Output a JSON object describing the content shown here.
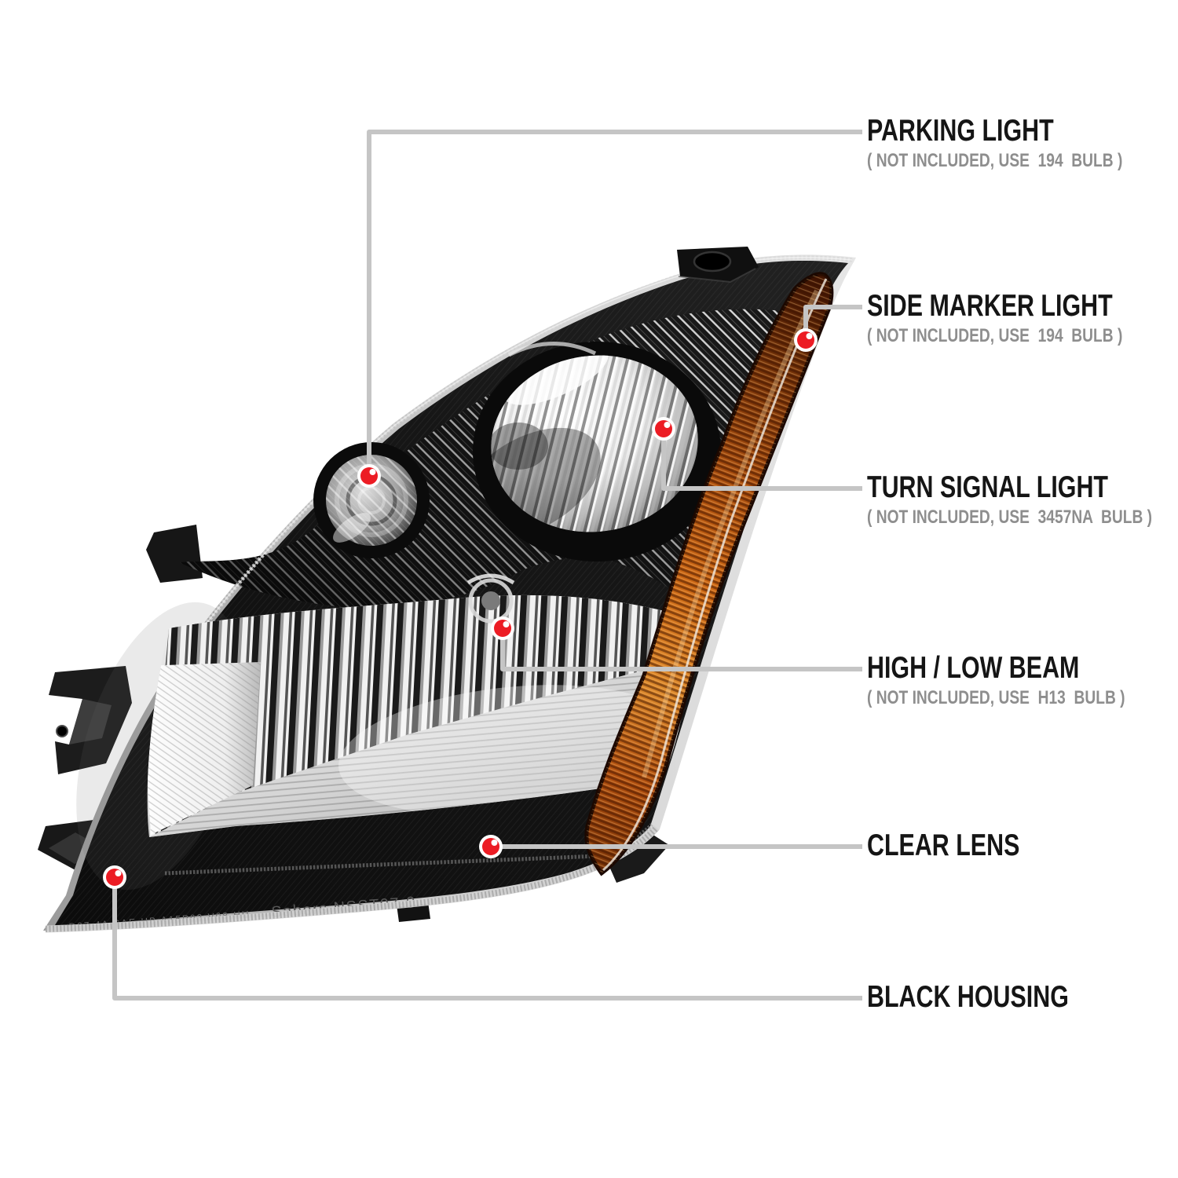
{
  "page": {
    "background": "#ffffff"
  },
  "artwork": {
    "subject": "black housing headlight assembly, front-left view",
    "housing_color": "#141414",
    "amber_color": "#c96414",
    "marker_dot_color": "#ec1c24",
    "connector_color": "#c5c5c5",
    "embossed_text": "Sabers NSST07-0",
    "embossed_code": "D07 4A SAE HB A15P92 V08 HU"
  },
  "callouts": [
    {
      "id": "parking-light",
      "title": "PARKING LIGHT",
      "subtitle": "( NOT INCLUDED, USE  194  BULB )"
    },
    {
      "id": "side-marker-light",
      "title": "SIDE MARKER LIGHT",
      "subtitle": "( NOT INCLUDED, USE  194  BULB )"
    },
    {
      "id": "turn-signal-light",
      "title": "TURN SIGNAL LIGHT",
      "subtitle": "( NOT INCLUDED, USE  3457NA  BULB )"
    },
    {
      "id": "high-low-beam",
      "title": "HIGH / LOW BEAM",
      "subtitle": "( NOT INCLUDED, USE  H13  BULB )"
    },
    {
      "id": "clear-lens",
      "title": "CLEAR LENS",
      "subtitle": ""
    },
    {
      "id": "black-housing",
      "title": "BLACK HOUSING",
      "subtitle": ""
    }
  ]
}
